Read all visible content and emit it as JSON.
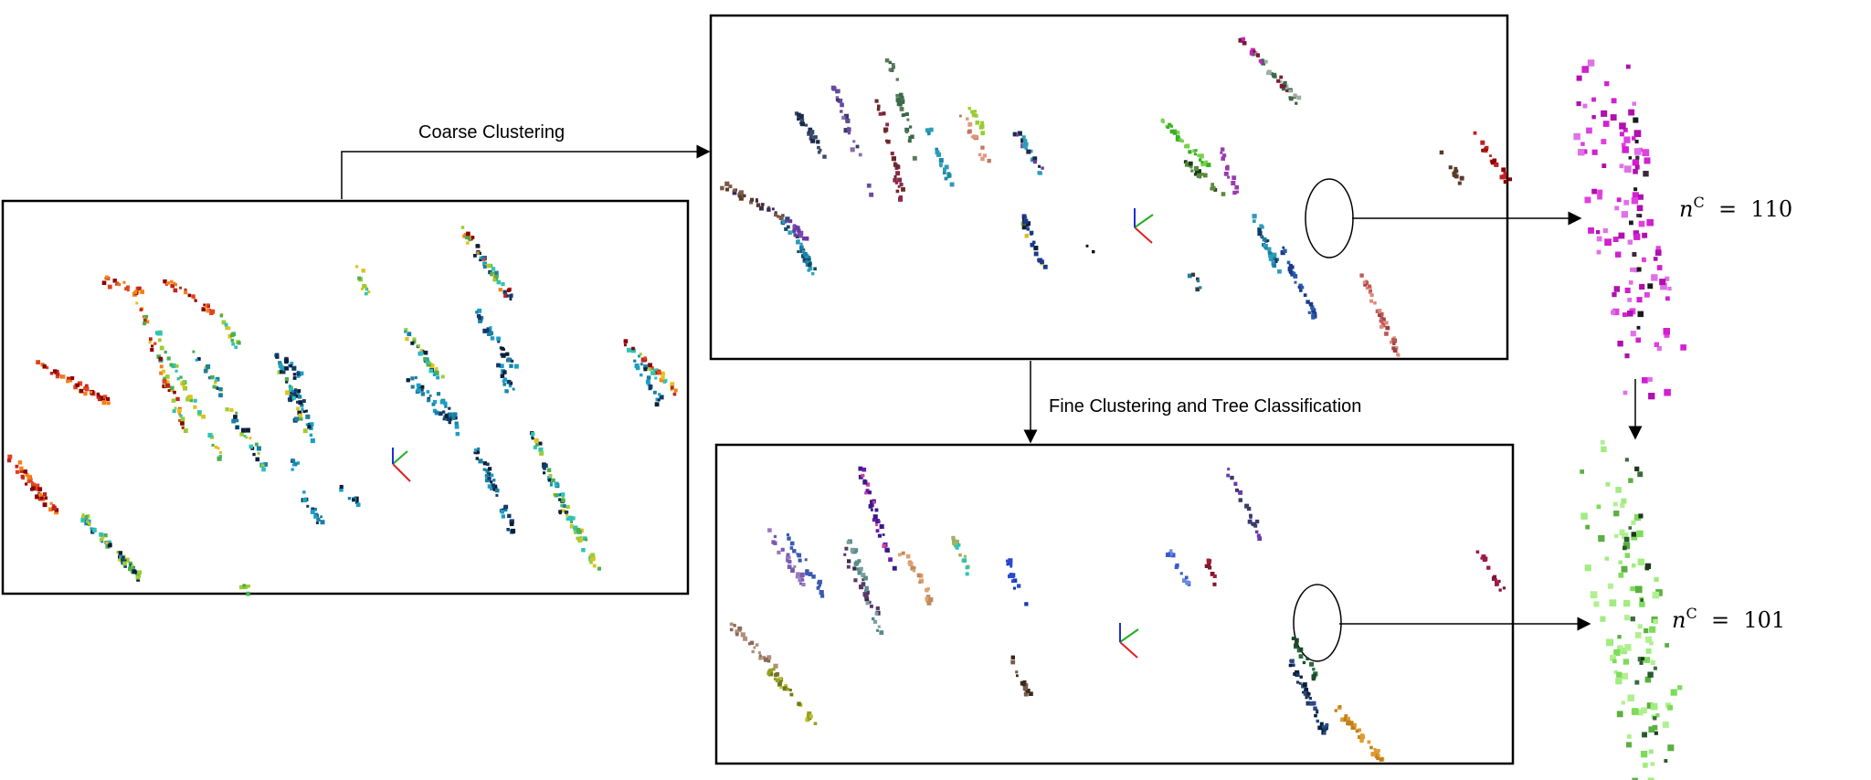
{
  "labels": {
    "coarse": "Coarse Clustering",
    "fine": "Fine Clustering and Tree Classification"
  },
  "counts": {
    "top": {
      "symbol": "n",
      "sup": "C",
      "eq": "=",
      "value": "110"
    },
    "bottom": {
      "symbol": "n",
      "sup": "C",
      "eq": "=",
      "value": "101"
    }
  },
  "colors": {
    "raw_cloud": [
      "#8b0000",
      "#d62a1e",
      "#f57f17",
      "#e0c21a",
      "#9acd32",
      "#2ec4b6",
      "#1a7fa6",
      "#123a6b",
      "#0b1f3a"
    ],
    "tree_top": "#d21fd0",
    "tree_bottom": "#7ddc5a",
    "axis_x": "#e02020",
    "axis_y": "#20b020",
    "axis_z": "#2030d0"
  }
}
